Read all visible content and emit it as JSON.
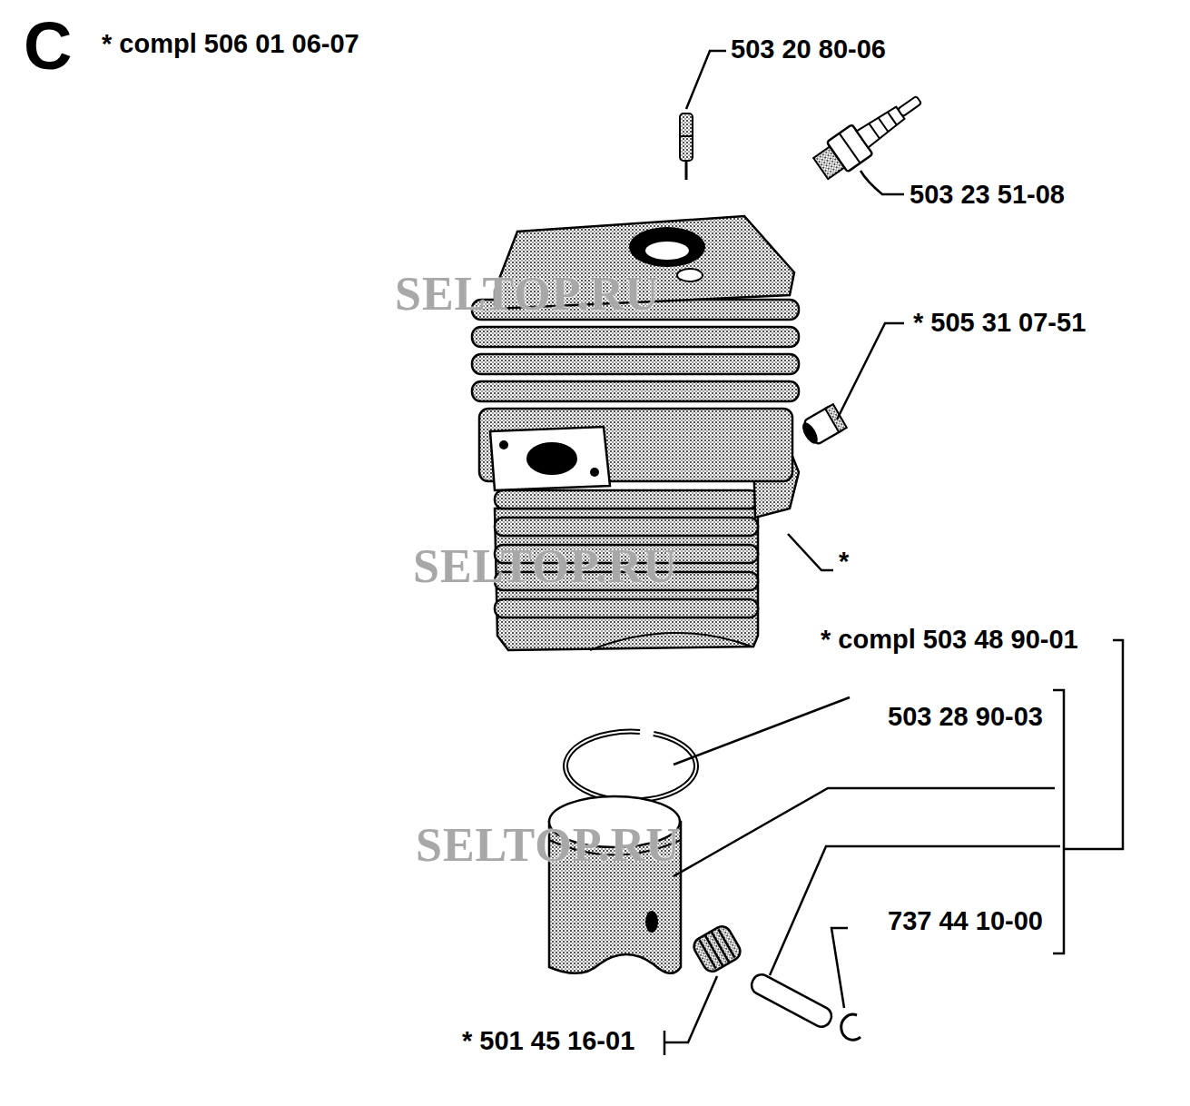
{
  "diagram": {
    "labels": [
      "C",
      "* compl 506 01 06-07",
      "503 20 80-06",
      "503 23 51-08",
      "* 505 31 07-51",
      "*",
      "* compl 503 48 90-01",
      "503 28 90-03",
      "737 44 10-00",
      "* 501 45 16-01",
      "SELTOP.RU",
      "SELTOP.RU",
      "SELTOP.RU"
    ]
  }
}
